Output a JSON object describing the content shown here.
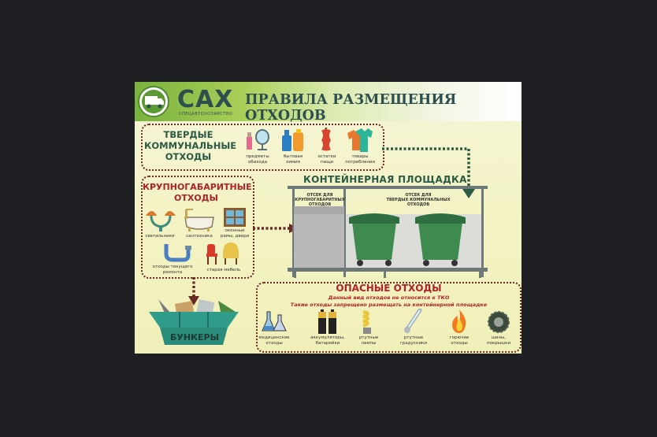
{
  "brand": {
    "logo_text": "САХ",
    "logo_sub": "СПЕЦАВТОХОЗЯЙСТВО"
  },
  "title": "ПРАВИЛА РАЗМЕЩЕНИЯ ОТХОДОВ",
  "tko": {
    "heading_lines": [
      "ТВЕРДЫЕ",
      "КОММУНАЛЬНЫЕ",
      "ОТХОДЫ"
    ],
    "items": [
      {
        "icon": "cosmetics-icon",
        "caption": [
          "предметы",
          "обихода"
        ]
      },
      {
        "icon": "chemicals-icon",
        "caption": [
          "бытовая",
          "химия"
        ]
      },
      {
        "icon": "food-waste-icon",
        "caption": [
          "остатки",
          "пищи"
        ]
      },
      {
        "icon": "clothes-icon",
        "caption": [
          "товары",
          "потребления"
        ]
      }
    ]
  },
  "bulky": {
    "heading_lines": [
      "КРУПНОГАБАРИТНЫЕ",
      "ОТХОДЫ"
    ],
    "items": [
      {
        "icon": "lamp-icon",
        "caption": [
          "светильники"
        ]
      },
      {
        "icon": "bathtub-icon",
        "caption": [
          "сантехника"
        ]
      },
      {
        "icon": "window-icon",
        "caption": [
          "оконные",
          "рамы, двери"
        ]
      },
      {
        "icon": "pipe-icon",
        "caption": [
          "отходы текущего",
          "ремонта"
        ]
      },
      {
        "icon": "chair-icon",
        "caption": [
          "старая мебель"
        ]
      }
    ]
  },
  "container_site": {
    "heading": "КОНТЕЙНЕРНАЯ ПЛОЩАДКА",
    "bulky_compartment": [
      "ОТСЕК ДЛЯ",
      "КРУПНОГАБАРИТНЫХ",
      "ОТХОДОВ"
    ],
    "tko_compartment": [
      "ОТСЕК ДЛЯ",
      "ТВЕРДЫХ КОММУНАЛЬНЫХ",
      "ОТХОДОВ"
    ]
  },
  "bunker": {
    "label": "БУНКЕРЫ"
  },
  "hazardous": {
    "heading": "ОПАСНЫЕ ОТХОДЫ",
    "sub1": "Данный вид отходов не относится к ТКО",
    "sub2": "Такие отходы запрещено размещать на контейнерной площадке",
    "items": [
      {
        "icon": "flask-icon",
        "caption": [
          "медицинские",
          "отходы"
        ]
      },
      {
        "icon": "battery-icon",
        "caption": [
          "аккумуляторы,",
          "батарейки"
        ]
      },
      {
        "icon": "bulb-icon",
        "caption": [
          "ртутные",
          "лампы"
        ]
      },
      {
        "icon": "thermometer-icon",
        "caption": [
          "ртутные",
          "градусники"
        ]
      },
      {
        "icon": "fire-icon",
        "caption": [
          "горючие",
          "отходы"
        ]
      },
      {
        "icon": "tire-icon",
        "caption": [
          "шины,",
          "покрышки"
        ]
      }
    ]
  },
  "colors": {
    "green_dark": "#2b5a45",
    "red": "#b0222a",
    "bin_green": "#3f8a4e",
    "dots": "#6a2a24"
  }
}
